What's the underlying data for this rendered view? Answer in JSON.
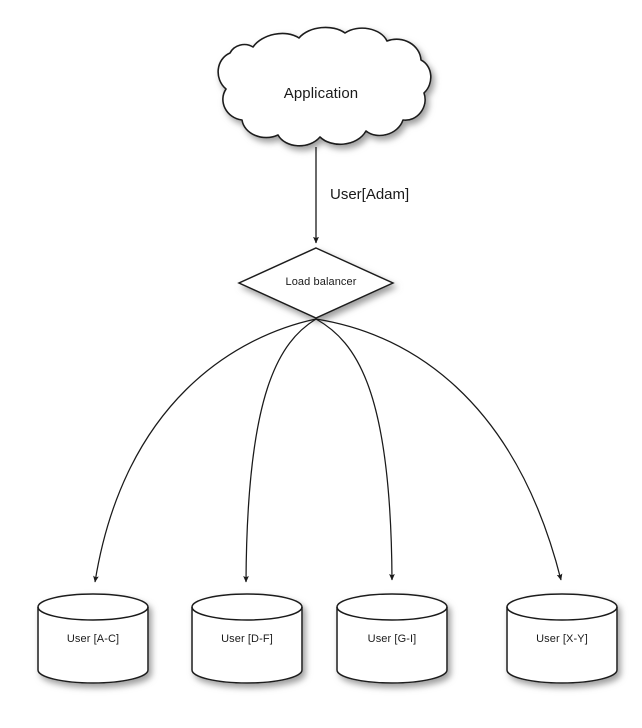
{
  "diagram": {
    "title": "Load balancer user sharding diagram",
    "background_color": "#ffffff",
    "stroke_color": "#1a1a1a",
    "fill_color": "#ffffff",
    "shadow_color": "#9a9a9a",
    "nodes": {
      "cloud": {
        "label": "Application",
        "shape": "cloud"
      },
      "diamond": {
        "label": "Load balancer",
        "shape": "diamond"
      },
      "databases": [
        {
          "label": "User [A-C]",
          "shape": "cylinder"
        },
        {
          "label": "User [D-F]",
          "shape": "cylinder"
        },
        {
          "label": "User [G-I]",
          "shape": "cylinder"
        },
        {
          "label": "User [X-Y]",
          "shape": "cylinder"
        }
      ]
    },
    "edges": {
      "application_to_balancer": {
        "label": "User[Adam]",
        "arrow": "down"
      },
      "balancer_to_databases": {
        "label": "",
        "arrow": "down",
        "count": 4
      }
    }
  }
}
